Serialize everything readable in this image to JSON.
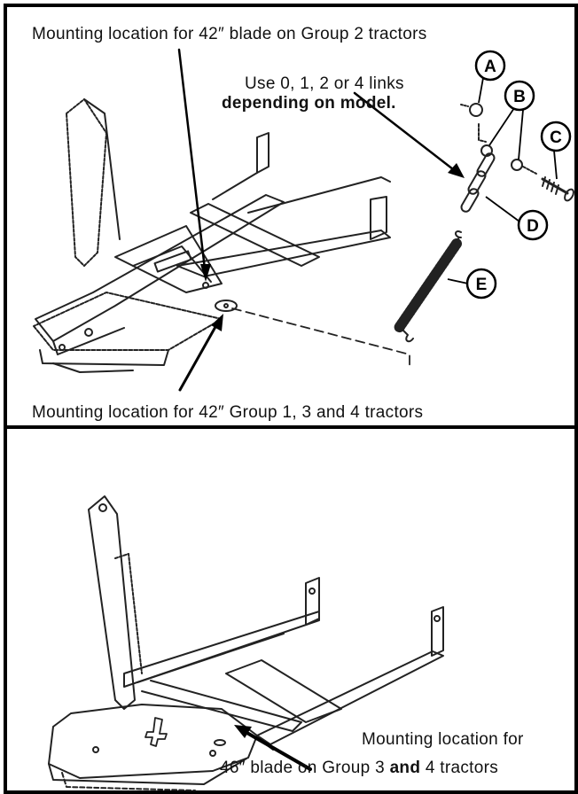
{
  "labels": {
    "top_mount": "Mounting location for 42″ blade on Group 2 tractors",
    "links_line1": "Use 0, 1, 2 or 4 links",
    "links_line2": "depending on model.",
    "mid_mount": "Mounting  location for 42″ Group 1, 3 and 4 tractors",
    "bottom_line1": "Mounting  location for",
    "bottom_line2_a": "46″ blade on Group 3 ",
    "bottom_line2_b": "and",
    "bottom_line2_c": " 4 tractors"
  },
  "callouts": [
    "A",
    "B",
    "C",
    "D",
    "E"
  ],
  "parts": {
    "A": "nut",
    "B": "washers",
    "C": "bolt",
    "D": "chain-links",
    "E": "spring"
  }
}
